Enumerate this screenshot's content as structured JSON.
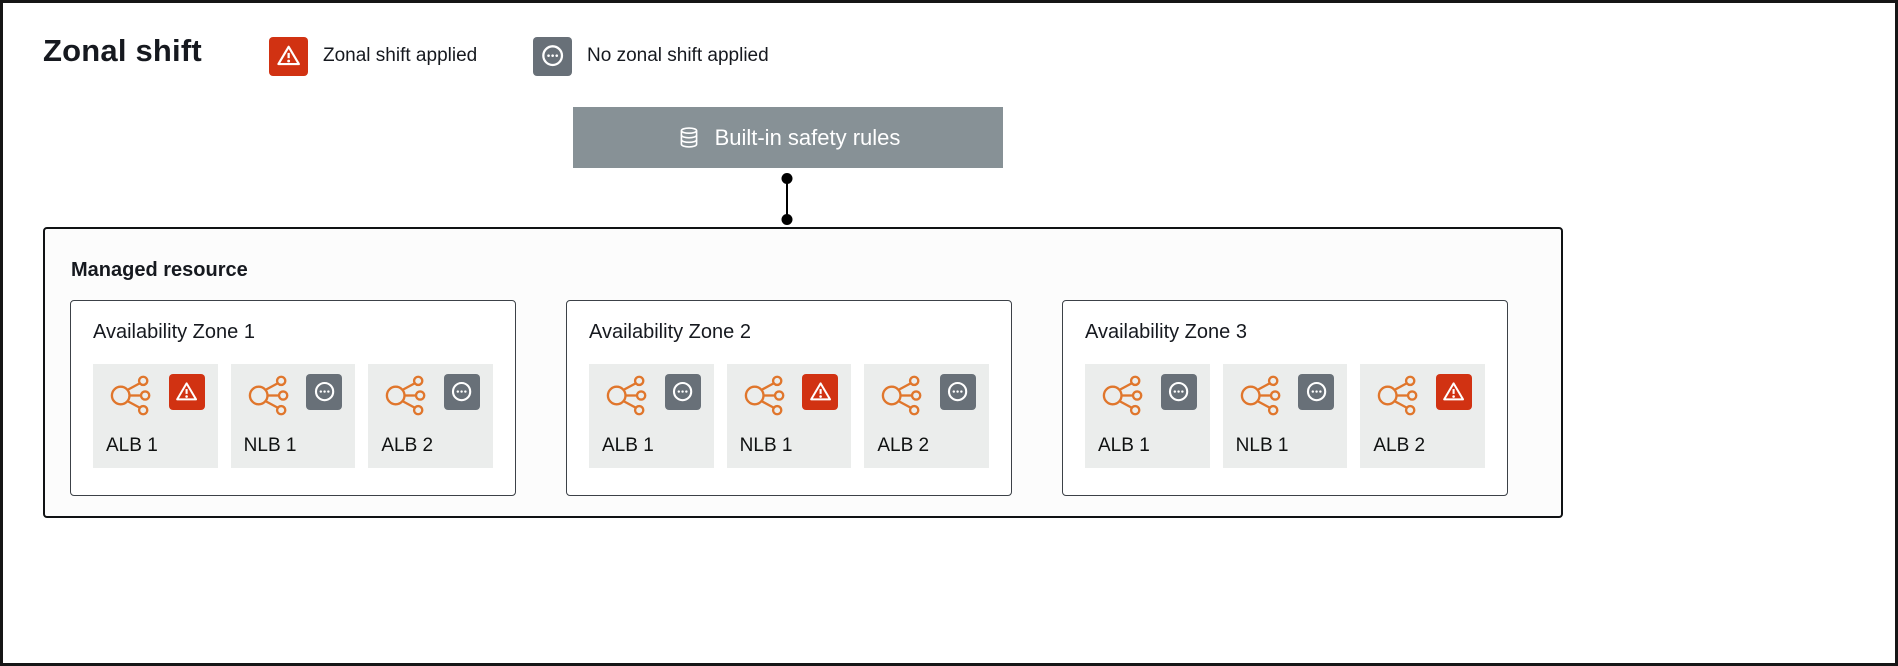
{
  "title": "Zonal shift",
  "legend": {
    "applied": {
      "label": "Zonal shift applied",
      "icon": "warning-triangle"
    },
    "not_applied": {
      "label": "No zonal shift applied",
      "icon": "ellipsis-circle"
    }
  },
  "safety_rules": {
    "label": "Built-in safety rules",
    "icon": "layers-stack"
  },
  "managed_resource": {
    "label": "Managed resource",
    "zones": [
      {
        "label": "Availability Zone 1",
        "resources": [
          {
            "name": "ALB 1",
            "status": "applied"
          },
          {
            "name": "NLB 1",
            "status": "none"
          },
          {
            "name": "ALB 2",
            "status": "none"
          }
        ]
      },
      {
        "label": "Availability Zone 2",
        "resources": [
          {
            "name": "ALB 1",
            "status": "none"
          },
          {
            "name": "NLB 1",
            "status": "applied"
          },
          {
            "name": "ALB 2",
            "status": "none"
          }
        ]
      },
      {
        "label": "Availability Zone 3",
        "resources": [
          {
            "name": "ALB 1",
            "status": "none"
          },
          {
            "name": "NLB 1",
            "status": "none"
          },
          {
            "name": "ALB 2",
            "status": "applied"
          }
        ]
      }
    ]
  },
  "colors": {
    "applied": "#d13212",
    "none": "#687078",
    "safety_box": "#879196",
    "load_balancer_icon": "#e0762c"
  }
}
